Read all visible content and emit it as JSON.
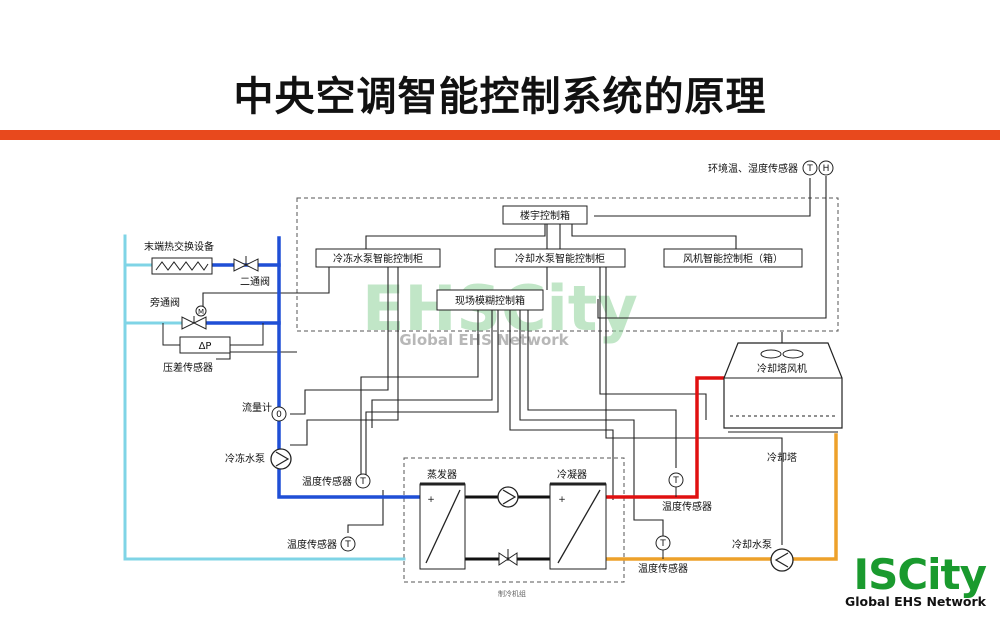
{
  "slide": {
    "title": "中央空调智能控制系统的原理"
  },
  "diagram": {
    "labels": {
      "env_sensor": "环境温、湿度传感器",
      "building_control_box": "楼宇控制箱",
      "chiller_pump_cabinet": "冷冻水泵智能控制柜",
      "cooling_pump_cabinet": "冷却水泵智能控制柜",
      "fan_cabinet": "风机智能控制柜（箱）",
      "field_control_box": "现场模糊控制箱",
      "terminal_exchanger": "末端热交换设备",
      "two_way_valve": "二通阀",
      "bypass_valve": "旁通阀",
      "pressure_sensor": "压差传感器",
      "flowmeter": "流量计",
      "chilled_pump": "冷冻水泵",
      "temp_sensor_supply": "温度传感器",
      "temp_sensor_return": "温度传感器",
      "evaporator": "蒸发器",
      "condenser": "冷凝器",
      "temp_sensor_cond_out": "温度传感器",
      "temp_sensor_cond_in": "温度传感器",
      "tower_fan": "冷却塔风机",
      "cooling_tower": "冷却塔",
      "cooling_pump": "冷却水泵",
      "compressor_unit": "制冷机组",
      "symbol_t": "T",
      "symbol_h": "H",
      "symbol_m": "M",
      "symbol_dp": "ΔP",
      "symbol_flow": "0"
    },
    "pipe_colors": {
      "chilled_supply": "#1f4fd6",
      "chilled_return": "#7fd4e6",
      "condenser_hot": "#e01010",
      "condenser_cold": "#eda12a"
    }
  },
  "watermark": {
    "main": "EHSCity",
    "sub": "Global EHS Network"
  },
  "logo": {
    "main": "ISCity",
    "sub": "Global EHS Network"
  }
}
